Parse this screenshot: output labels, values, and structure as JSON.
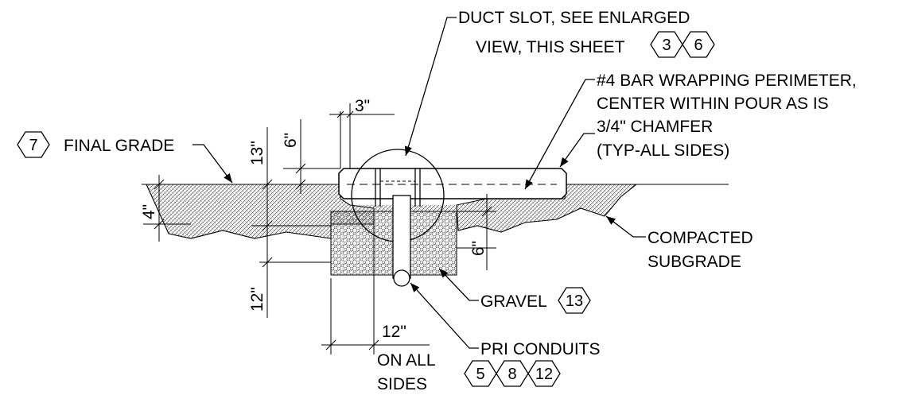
{
  "callouts": {
    "duct_slot_line1": "DUCT SLOT, SEE ENLARGED",
    "duct_slot_line2": "VIEW, THIS SHEET",
    "bar_line1": "#4 BAR WRAPPING PERIMETER,",
    "bar_line2": "CENTER WITHIN POUR AS IS",
    "chamfer_line1": "3/4\" CHAMFER",
    "chamfer_line2": "(TYP-ALL SIDES)",
    "final_grade": "FINAL GRADE",
    "compacted_line1": "COMPACTED",
    "compacted_line2": "SUBGRADE",
    "gravel": "GRAVEL",
    "pri_conduits": "PRI CONDUITS",
    "on_all_line1": "ON ALL",
    "on_all_line2": "SIDES"
  },
  "dimensions": {
    "d_3in": "3\"",
    "d_6in_top": "6\"",
    "d_13in": "13\"",
    "d_4in": "4\"",
    "d_6in_right": "6\"",
    "d_12in_vertical": "12\"",
    "d_12in_horizontal": "12\""
  },
  "tags": {
    "duct_slot_a": "3",
    "duct_slot_b": "6",
    "final_grade": "7",
    "gravel": "13",
    "conduit_a": "5",
    "conduit_b": "8",
    "conduit_c": "12"
  },
  "icons": {
    "reference_tag_shape": "hexagon-tag-icon",
    "leader_end": "arrowhead-icon",
    "dimension_tick": "slash-tick-icon"
  }
}
